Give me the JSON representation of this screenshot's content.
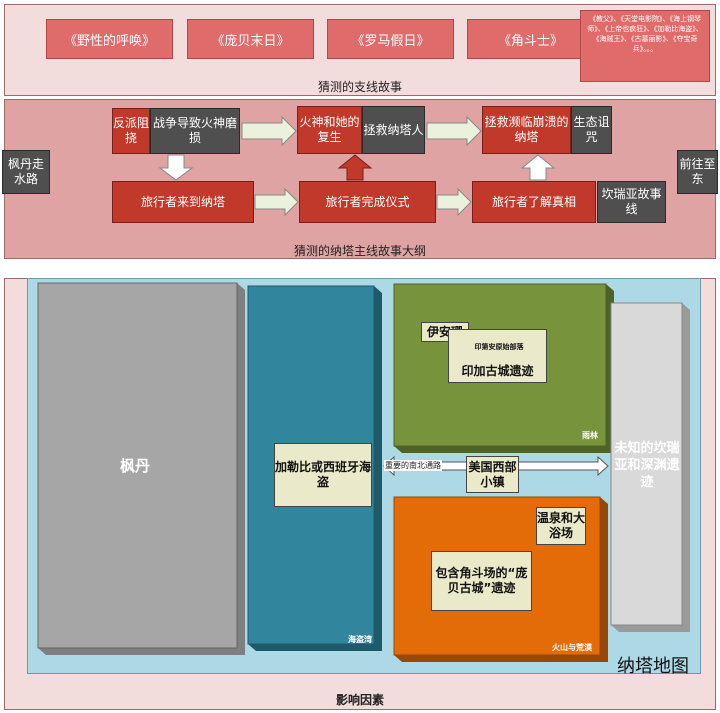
{
  "top": {
    "films": [
      "《野性的呼唤》",
      "《庞贝末日》",
      "《罗马假日》",
      "《角斗士》"
    ],
    "film_list_text": "《教父》、《天堂电影院》、《海上钢琴师》、《上帝也疯狂》、《加勒比海盗》、《海贼王》、《古墓丽影》、《夺宝奇兵》。。。",
    "caption": "猜测的支线故事"
  },
  "middle": {
    "left_side": "枫丹走水路",
    "right_side": "前往至东",
    "faction": "反派阻挠",
    "war": "战争导致火神磨损",
    "fire_god": "火神和她的复生",
    "save_people": "拯救纳塔人",
    "save_natlan": "拯救濒临崩溃的纳塔",
    "curse": "生态诅咒",
    "arrive": "旅行者来到纳塔",
    "ritual": "旅行者完成仪式",
    "truth": "旅行者了解真相",
    "khaenriah": "坎瑞亚故事线",
    "caption": "猜测的纳塔主线故事大纲"
  },
  "map": {
    "fontaine": "枫丹",
    "pirate": "加勒比或西班牙海盗",
    "pirate_bay": "海盗湾",
    "rainforest": "雨林",
    "ivan": "伊安珊",
    "tribe": "印第安原始部落",
    "inca": "印加古城遗迹",
    "road": "重要的南北通路",
    "western_town": "美国西部小镇",
    "hot_spring": "温泉和大浴场",
    "colosseum": "包含角斗场的“庞贝古城”遗迹",
    "volcano": "火山与荒漠",
    "unknown": "未知的坎瑞亚和深渊遗迹",
    "title": "纳塔地图",
    "caption": "影响因素"
  },
  "colors": {
    "green": "#77933c",
    "orange": "#e36c09",
    "teal": "#31859c",
    "sea": "#add8e6",
    "grey": "#a6a6a6",
    "red": "#c0392b"
  }
}
